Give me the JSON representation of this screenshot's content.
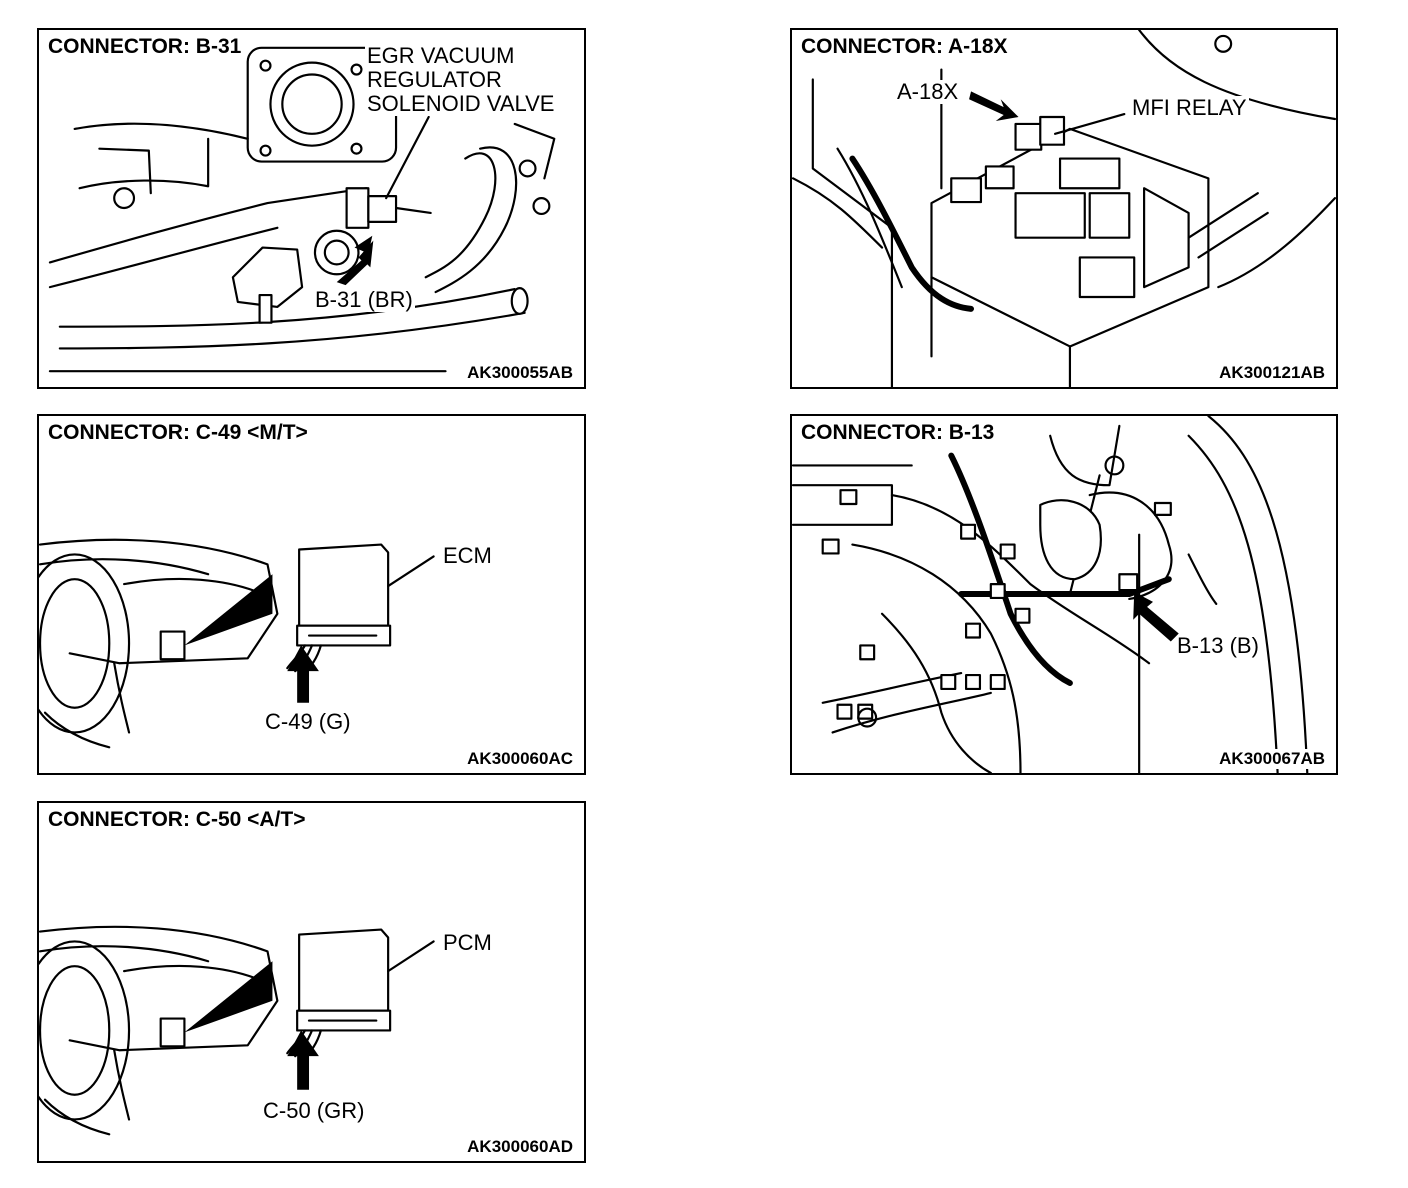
{
  "panels": {
    "b31": {
      "title": "CONNECTOR: B-31",
      "code": "AK300055AB",
      "component_lines": [
        "EGR VACUUM",
        "REGULATOR",
        "SOLENOID VALVE"
      ],
      "connector_label": "B-31 (BR)"
    },
    "a18x": {
      "title": "CONNECTOR: A-18X",
      "code": "AK300121AB",
      "connector_label": "A-18X",
      "component_label": "MFI RELAY"
    },
    "c49": {
      "title": "CONNECTOR: C-49 <M/T>",
      "code": "AK300060AC",
      "component_label": "ECM",
      "connector_label": "C-49 (G)"
    },
    "b13": {
      "title": "CONNECTOR: B-13",
      "code": "AK300067AB",
      "connector_label": "B-13 (B)"
    },
    "c50": {
      "title": "CONNECTOR: C-50 <A/T>",
      "code": "AK300060AD",
      "component_label": "PCM",
      "connector_label": "C-50 (GR)"
    }
  }
}
